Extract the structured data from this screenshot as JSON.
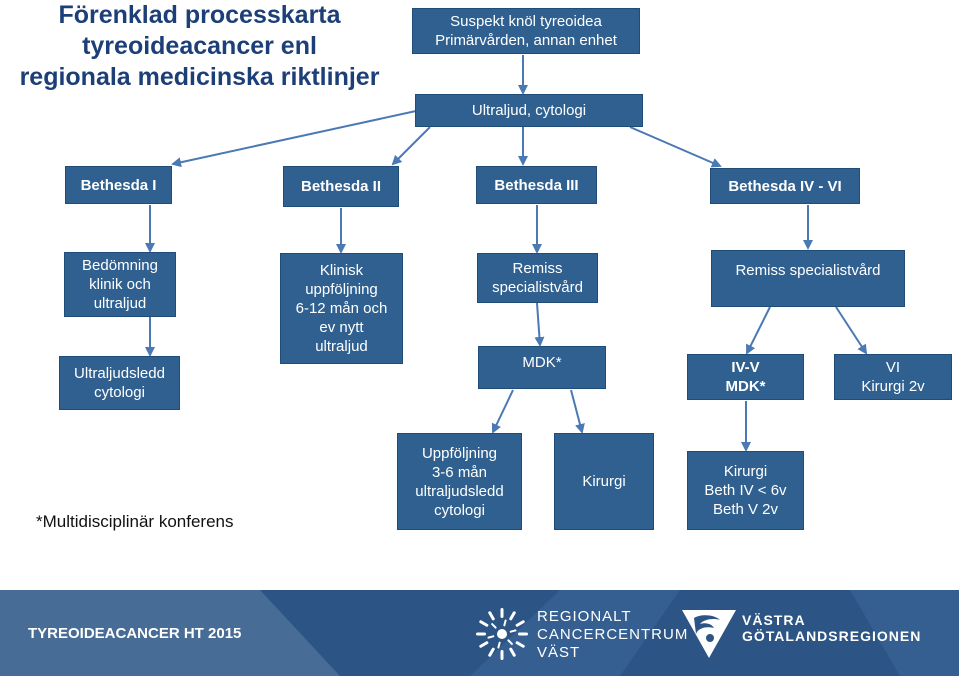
{
  "title": "Förenklad processkarta\ntyreoideacancer enl\nregionala medicinska riktlinjer",
  "boxes": {
    "suspekt": "Suspekt knöl tyreoidea\nPrimärvården, annan enhet",
    "ultraljud": "Ultraljud, cytologi",
    "bethesda_1": "Bethesda I",
    "bethesda_2": "Bethesda II",
    "bethesda_3": "Bethesda III",
    "bethesda_4_6": "Bethesda IV - VI",
    "bedomning": "Bedömning\nklinik och\nultraljud",
    "ultraljudsledd": "Ultraljudsledd\ncytologi",
    "klinisk": "Klinisk\nuppföljning\n6-12 mån och\nev nytt\nultraljud",
    "remiss_1": "Remiss\nspecialistvård",
    "mdk": "MDK*",
    "remiss_2": "Remiss specialistvård",
    "iv_v": "IV-V\nMDK*",
    "vi": "VI\nKirurgi  2v",
    "uppfoljning": "Uppföljning\n3-6 mån\nultraljudsledd\ncytologi",
    "kirurgi": "Kirurgi",
    "kirurgi_beth": "Kirurgi\nBeth IV < 6v\nBeth V  2v"
  },
  "footnote": "*Multidisciplinär konferens",
  "footer": {
    "title": "TYREOIDEACANCER HT 2015",
    "rcc_logo": "REGIONALT\nCANCERCENTRUM\nVÄST",
    "vg_logo": "VÄSTRA\nGÖTALANDSREGIONEN"
  },
  "colors": {
    "box": "#2f6090",
    "title": "#1d3f78",
    "arrow": "#4a79b4",
    "footer": "#2c5484"
  }
}
